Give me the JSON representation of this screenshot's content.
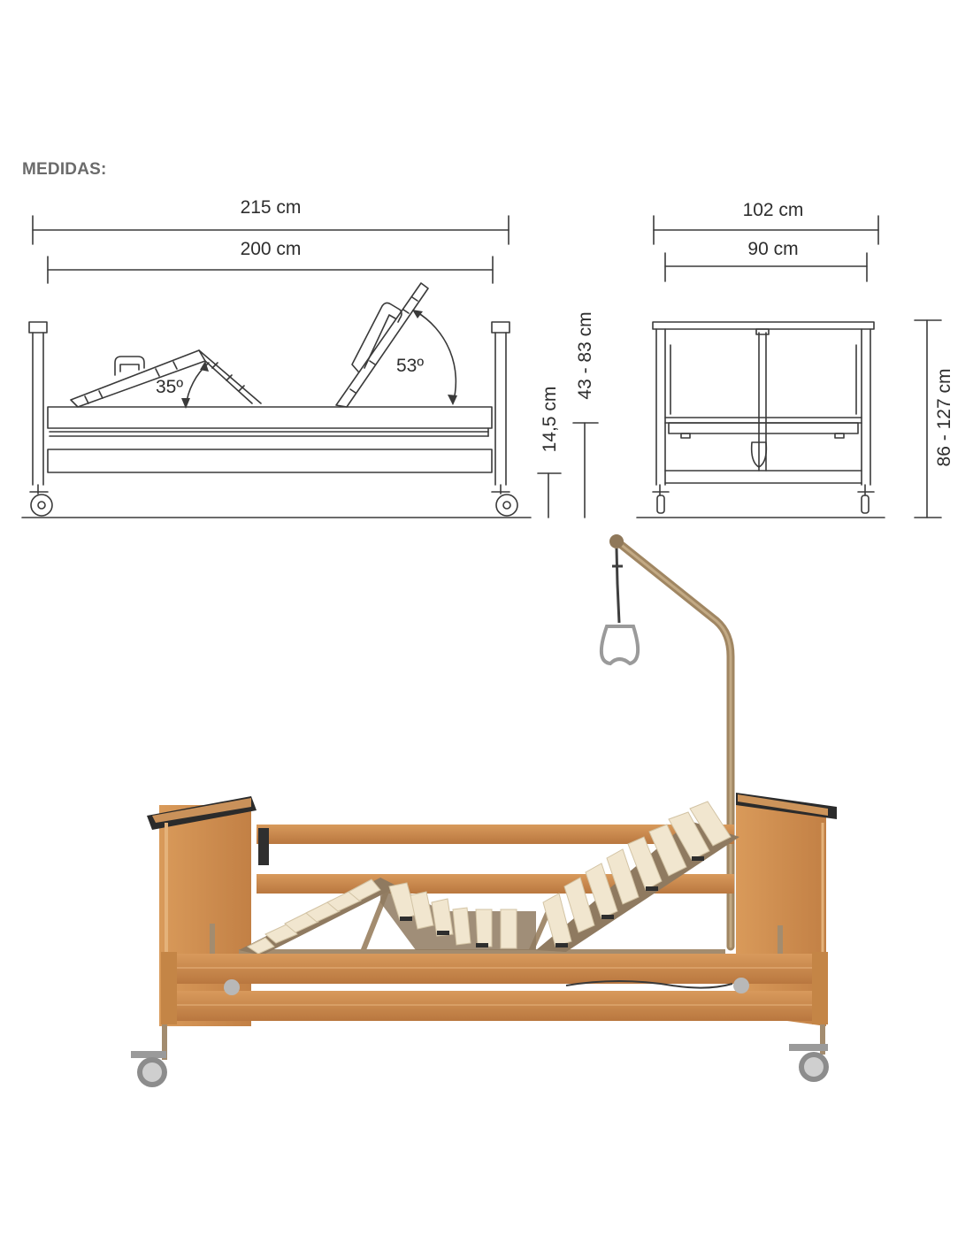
{
  "heading": "MEDIDAS:",
  "side_view": {
    "total_length": "215 cm",
    "inner_length": "200 cm",
    "backrest_angle": "53º",
    "legrest_angle": "35º",
    "underbed_clearance": "14,5 cm",
    "platform_height": "43 - 83 cm"
  },
  "end_view": {
    "total_width": "102 cm",
    "inner_width": "90 cm",
    "total_height": "86 - 127 cm"
  },
  "colors": {
    "line": "#3a3a3a",
    "heading": "#6b6b6b",
    "wood": "#c98a4f",
    "wood_dark": "#a8693a",
    "metal": "#a08a70",
    "slat": "#f1e6cf"
  }
}
